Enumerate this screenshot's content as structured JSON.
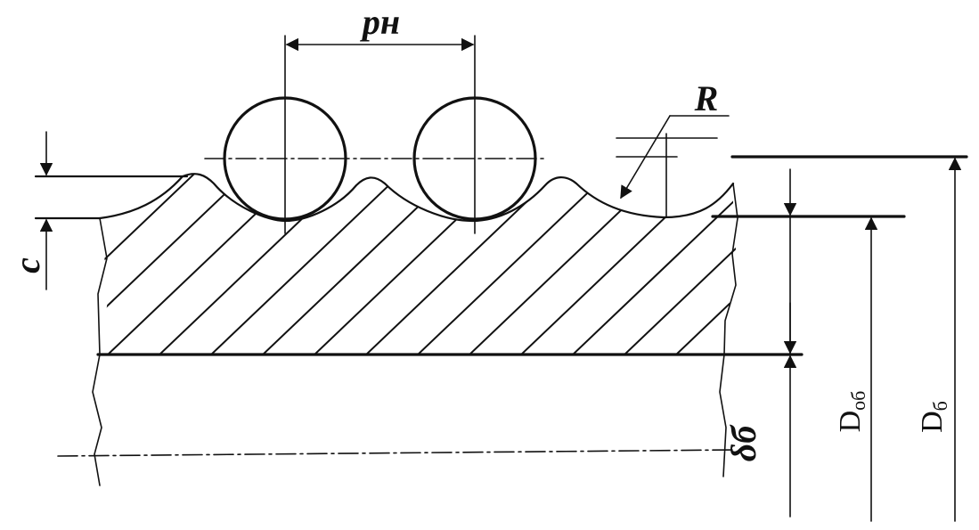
{
  "labels": {
    "pitch": "pн",
    "radius": "R",
    "depth": "c",
    "wall": "δб",
    "inner_diameter_main": "D",
    "inner_diameter_sub": "об",
    "outer_diameter_main": "D",
    "outer_diameter_sub": "б"
  },
  "colors": {
    "ink": "#111111",
    "paper": "#ffffff"
  }
}
